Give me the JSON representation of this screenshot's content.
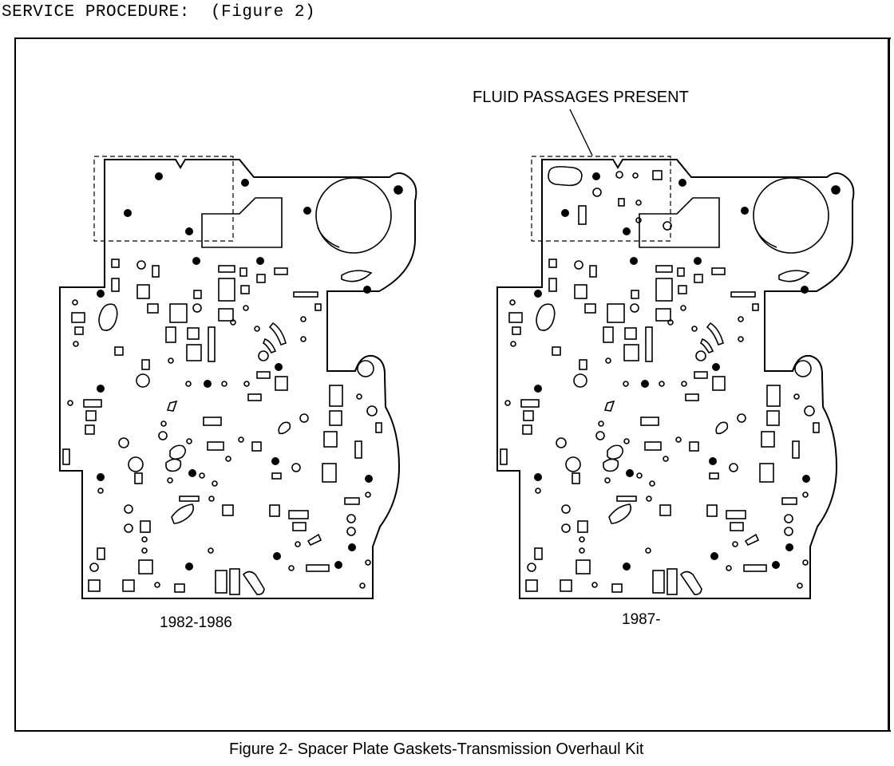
{
  "header": {
    "text": "SERVICE PROCEDURE:  (Figure 2)"
  },
  "diagram": {
    "callout_text": "FLUID PASSAGES PRESENT",
    "left_plate_label": "1982-1986",
    "right_plate_label": "1987-",
    "caption": "Figure 2- Spacer Plate Gaskets-Transmission Overhaul Kit"
  },
  "colors": {
    "ink": "#000000",
    "paper": "#ffffff"
  }
}
